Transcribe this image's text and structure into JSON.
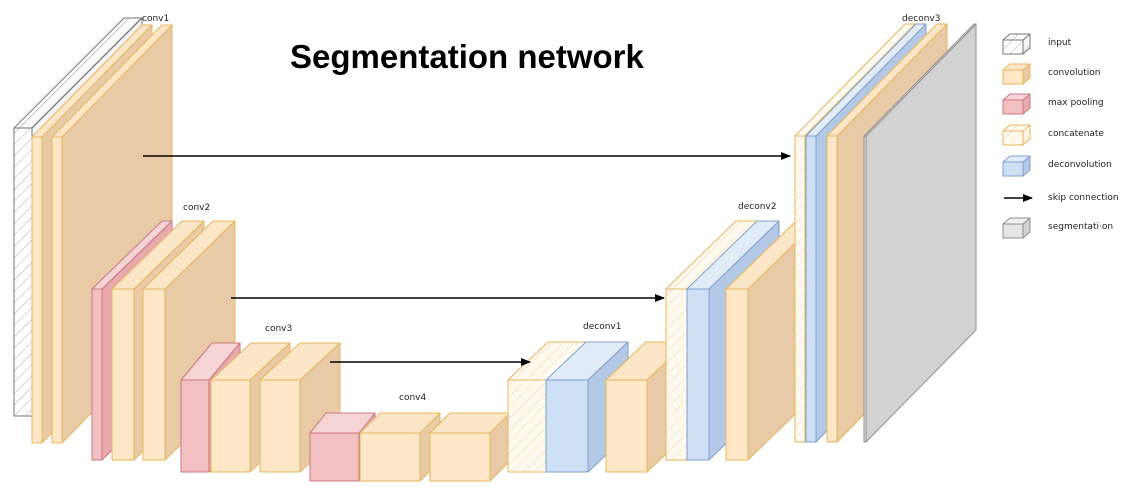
{
  "title": "Segmentation network",
  "layer_labels": {
    "conv1": "conv1",
    "conv2": "conv2",
    "conv3": "conv3",
    "conv4": "conv4",
    "deconv1": "deconv1",
    "deconv2": "deconv2",
    "deconv3": "deconv3"
  },
  "legend": {
    "input": "input",
    "convolution": "convolution",
    "max_pooling": "max pooling",
    "concatenate": "concatenate",
    "deconvolution": "deconvolution",
    "skip_connection": "skip connection",
    "segmentation": "segmentati·on"
  },
  "colors": {
    "input_face": "#ffffff",
    "conv_face": "#fde7c6",
    "conv_side": "#e9caa7",
    "conv_stroke": "#e8b55a",
    "pool_face": "#f2c0c3",
    "pool_stroke": "#c97880",
    "deconv_face": "#cfe0f4",
    "deconv_stroke": "#7f9fcf",
    "seg_face": "#e6e6e6",
    "seg_stroke": "#8f8f8f",
    "arrow": "#000000"
  }
}
